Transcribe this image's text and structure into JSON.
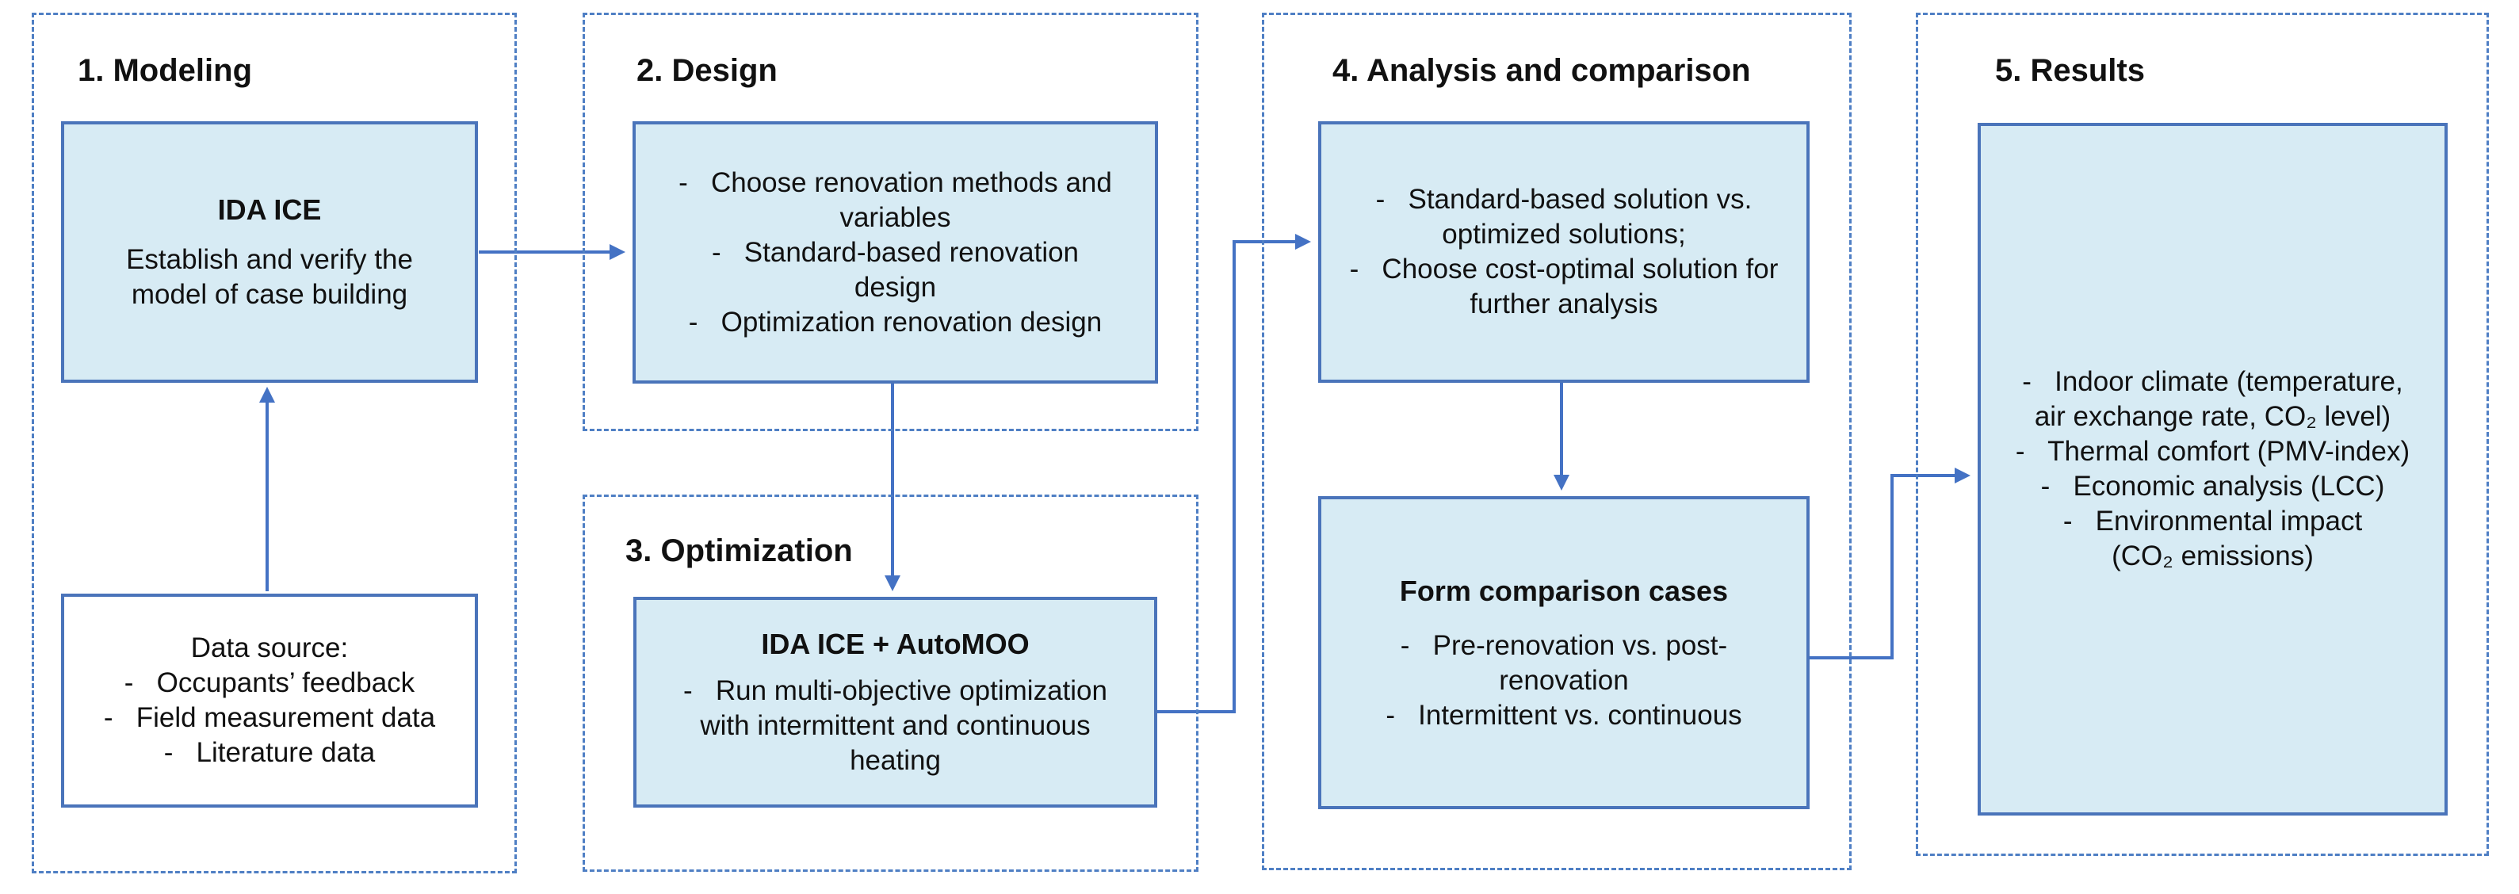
{
  "colors": {
    "panel_dashed_border": "#4f7fc4",
    "box_border": "#4a74ba",
    "box_fill": "#d7ebf4",
    "white_box_fill": "#ffffff",
    "arrow": "#4472c4",
    "text": "#111111"
  },
  "panels": [
    {
      "title": "1. Modeling"
    },
    {
      "title": "2. Design"
    },
    {
      "title": "3. Optimization"
    },
    {
      "title": "4. Analysis and comparison"
    },
    {
      "title": "5. Results"
    }
  ],
  "boxes": {
    "ida_ice": {
      "title": "IDA ICE",
      "body": "Establish and verify the\nmodel of case building"
    },
    "data_source": {
      "heading": "Data source:",
      "items": [
        "-   Occupants’ feedback",
        "-   Field measurement data",
        "-   Literature data"
      ]
    },
    "design": {
      "items": [
        "-   Choose renovation methods and\nvariables",
        "-   Standard-based renovation design",
        "-   Optimization renovation design"
      ]
    },
    "optimization": {
      "title": "IDA ICE + AutoMOO",
      "items": [
        "-   Run multi-objective optimization\nwith intermittent and continuous\nheating"
      ]
    },
    "analysis": {
      "items": [
        "-   Standard-based solution vs.\noptimized solutions;",
        "-   Choose cost-optimal solution for\nfurther analysis"
      ]
    },
    "comparison": {
      "title": "Form comparison cases",
      "items": [
        "-   Pre-renovation vs. post-\nrenovation",
        "-   Intermittent vs. continuous"
      ]
    },
    "results": {
      "items": [
        "-   Indoor climate (temperature,\nair exchange rate, CO₂ level)",
        "-   Thermal comfort (PMV-index)",
        "-   Economic analysis (LCC)",
        "-   Environmental impact\n(CO₂ emissions)"
      ]
    }
  },
  "connections": [
    {
      "from": "data-source-box",
      "to": "ida-ice-box"
    },
    {
      "from": "ida-ice-box",
      "to": "design-box"
    },
    {
      "from": "design-box",
      "to": "optimization-box"
    },
    {
      "from": "optimization-box",
      "to": "analysis-box"
    },
    {
      "from": "analysis-box",
      "to": "comparison-box"
    },
    {
      "from": "comparison-box",
      "to": "results-box"
    }
  ]
}
